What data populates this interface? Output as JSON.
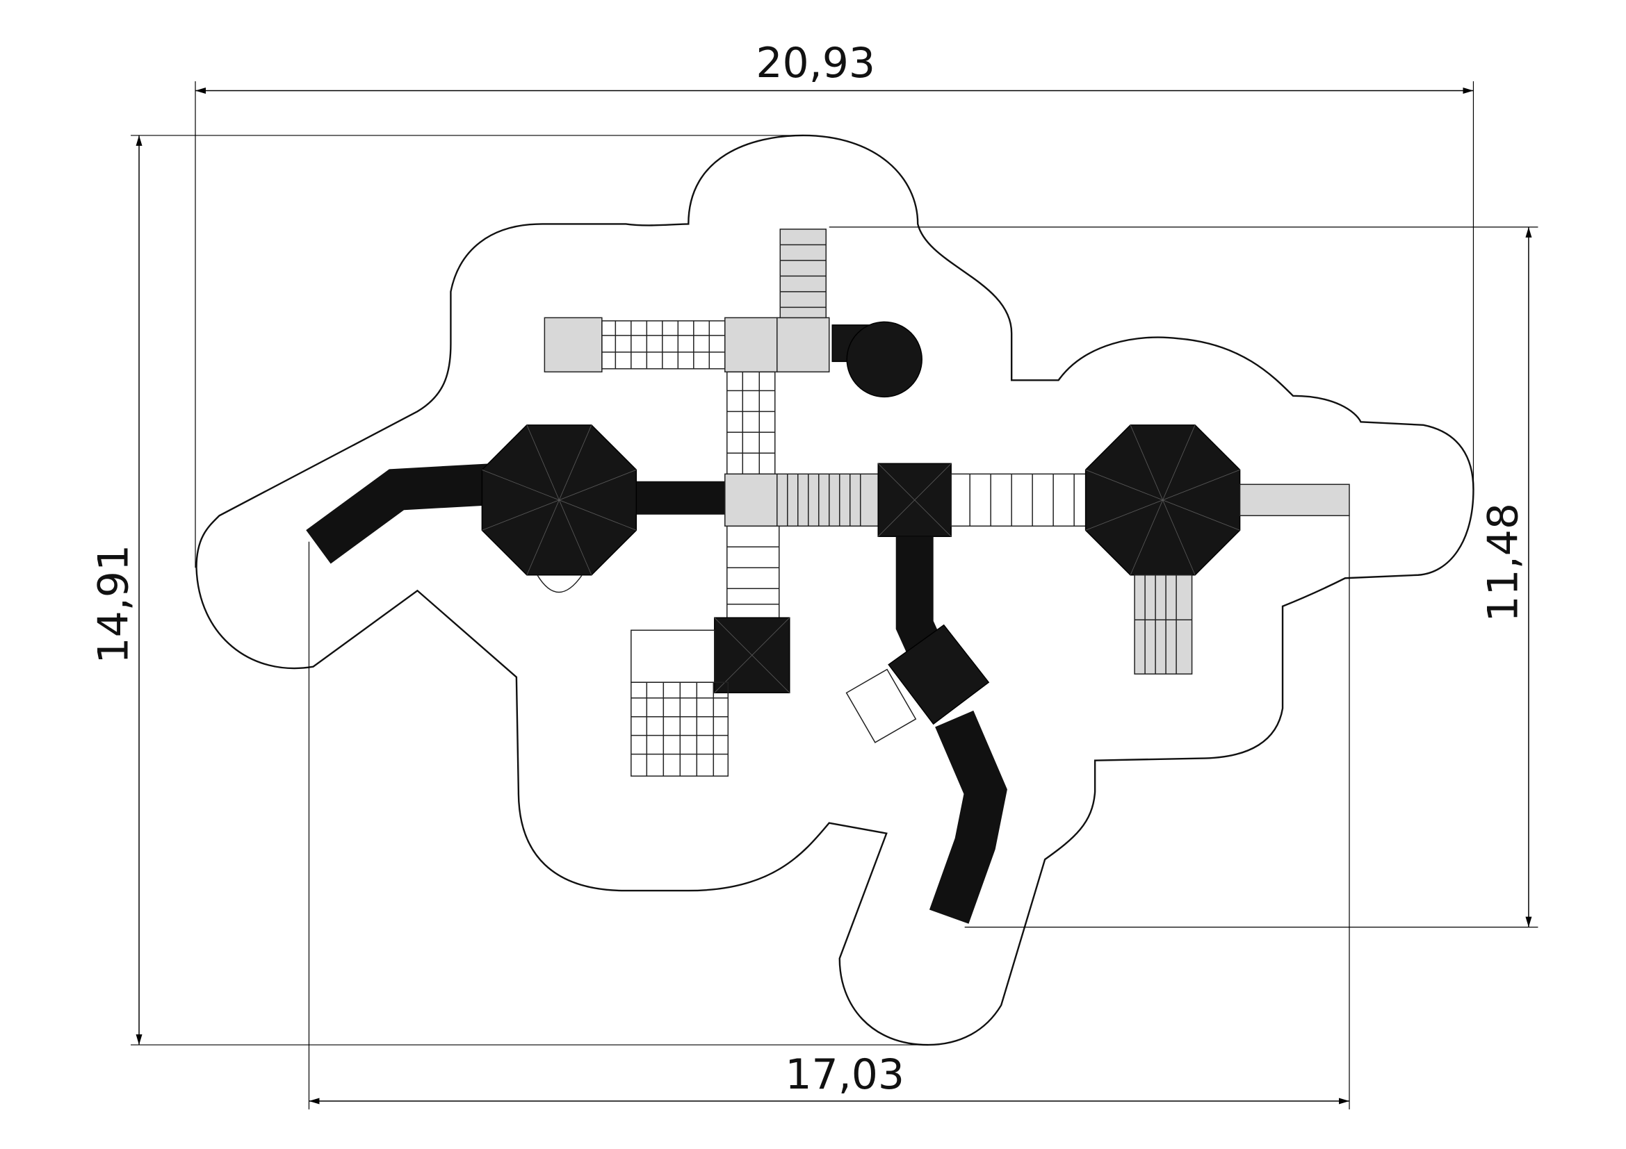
{
  "dimensions": {
    "overall_width": "20,93",
    "overall_depth": "14,91",
    "equipment_depth": "11,48",
    "equipment_width": "17,03"
  },
  "colors": {
    "line": "#111111",
    "roof": "#151515",
    "deck": "#d8d8d8"
  }
}
